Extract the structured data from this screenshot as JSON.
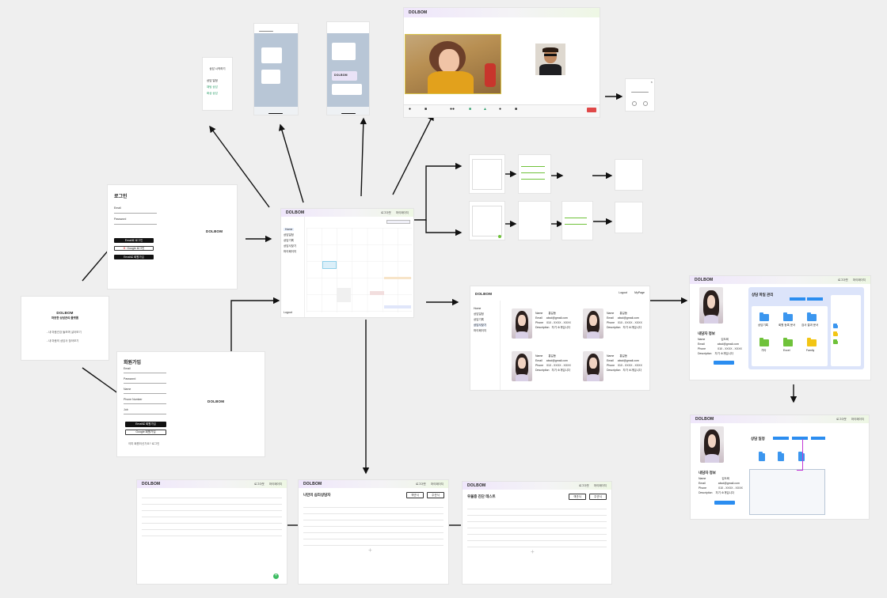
{
  "brand": "DOLBOM",
  "nav": {
    "login": "로그아웃",
    "mypage": "마이페이지"
  },
  "landing": {
    "title": "DOLBOM",
    "subtitle": "따뜻한 상담관리 플랫폼",
    "line1": "- 내 마음건강 돌보며 살아보기",
    "line2": "- 내 마음의 상담사 찾아보기"
  },
  "login": {
    "title": "로그인",
    "email_label": "Email",
    "password_label": "Password",
    "btn_email": "Email로 로그인",
    "btn_google": "Google 로그인",
    "btn_signup": "Email로 회원가입"
  },
  "signup": {
    "title": "회원가입",
    "fields": [
      "Email",
      "Password",
      "Name",
      "Phone Number",
      "Job"
    ],
    "btn_submit": "Email로 회원가입",
    "btn_google": "Google 회원가입",
    "footer": "이미 회원이신가요? 로그인"
  },
  "mobile_options": {
    "title": "상담 시작하기",
    "items": [
      "상담 일정",
      "채팅 상담",
      "화상 상담"
    ]
  },
  "dashboard": {
    "sidebar": [
      "Home",
      "상담일정",
      "상담기록",
      "상담사찾기",
      "마이페이지"
    ],
    "logout": "Logout"
  },
  "counselor_list": {
    "logout": "Logout",
    "mypage": "MyPage",
    "sidebar": [
      "Home",
      "상담일정",
      "상담기록",
      "상담사찾기",
      "마이페이지"
    ],
    "cards": [
      {
        "name": "홍길동",
        "email": "abcd@gmail.com",
        "phone": "010 - XXXX - XXXX",
        "desc": "자기 소개입니다"
      },
      {
        "name": "홍길동",
        "email": "abcd@gmail.com",
        "phone": "010 - XXXX - XXXX",
        "desc": "자기 소개입니다"
      },
      {
        "name": "홍길동",
        "email": "abcd@gmail.com",
        "phone": "010 - XXXX - XXXX",
        "desc": "자기 소개입니다"
      },
      {
        "name": "홍길동",
        "email": "abcd@gmail.com",
        "phone": "010 - XXXX - XXXX",
        "desc": "자기 소개입니다"
      }
    ],
    "field_labels": {
      "name": "Name",
      "email": "Email",
      "phone": "Phone",
      "desc": "Description"
    }
  },
  "profile": {
    "section_title": "내담자 정보",
    "fields": [
      {
        "label": "Name",
        "value": "김도희"
      },
      {
        "label": "Email",
        "value": "abcd@gmail.com"
      },
      {
        "label": "Phone",
        "value": "010 - XXXX - XXXX"
      },
      {
        "label": "Description",
        "value": "자기 소개입니다"
      }
    ],
    "edit": "수정",
    "record_title": "상담 파일 관리",
    "folders": [
      "상담기록",
      "회원 등록 문서",
      "검사 결과 문서",
      "기타",
      "Excel",
      "Family"
    ],
    "record_title_2": "상담 일정"
  },
  "tables": {
    "survey_title": "나만의 심리상담자",
    "survey_btns": [
      "객관식",
      "주관식"
    ],
    "test_title": "우울증 진단 테스트",
    "test_btns": [
      "객관식",
      "주관식"
    ]
  },
  "colors": {
    "accent": "#2b8df0",
    "folder_blue": "#3b96ef",
    "folder_green": "#6fc23a",
    "folder_yellow": "#f2c515",
    "danger": "#e04848"
  }
}
